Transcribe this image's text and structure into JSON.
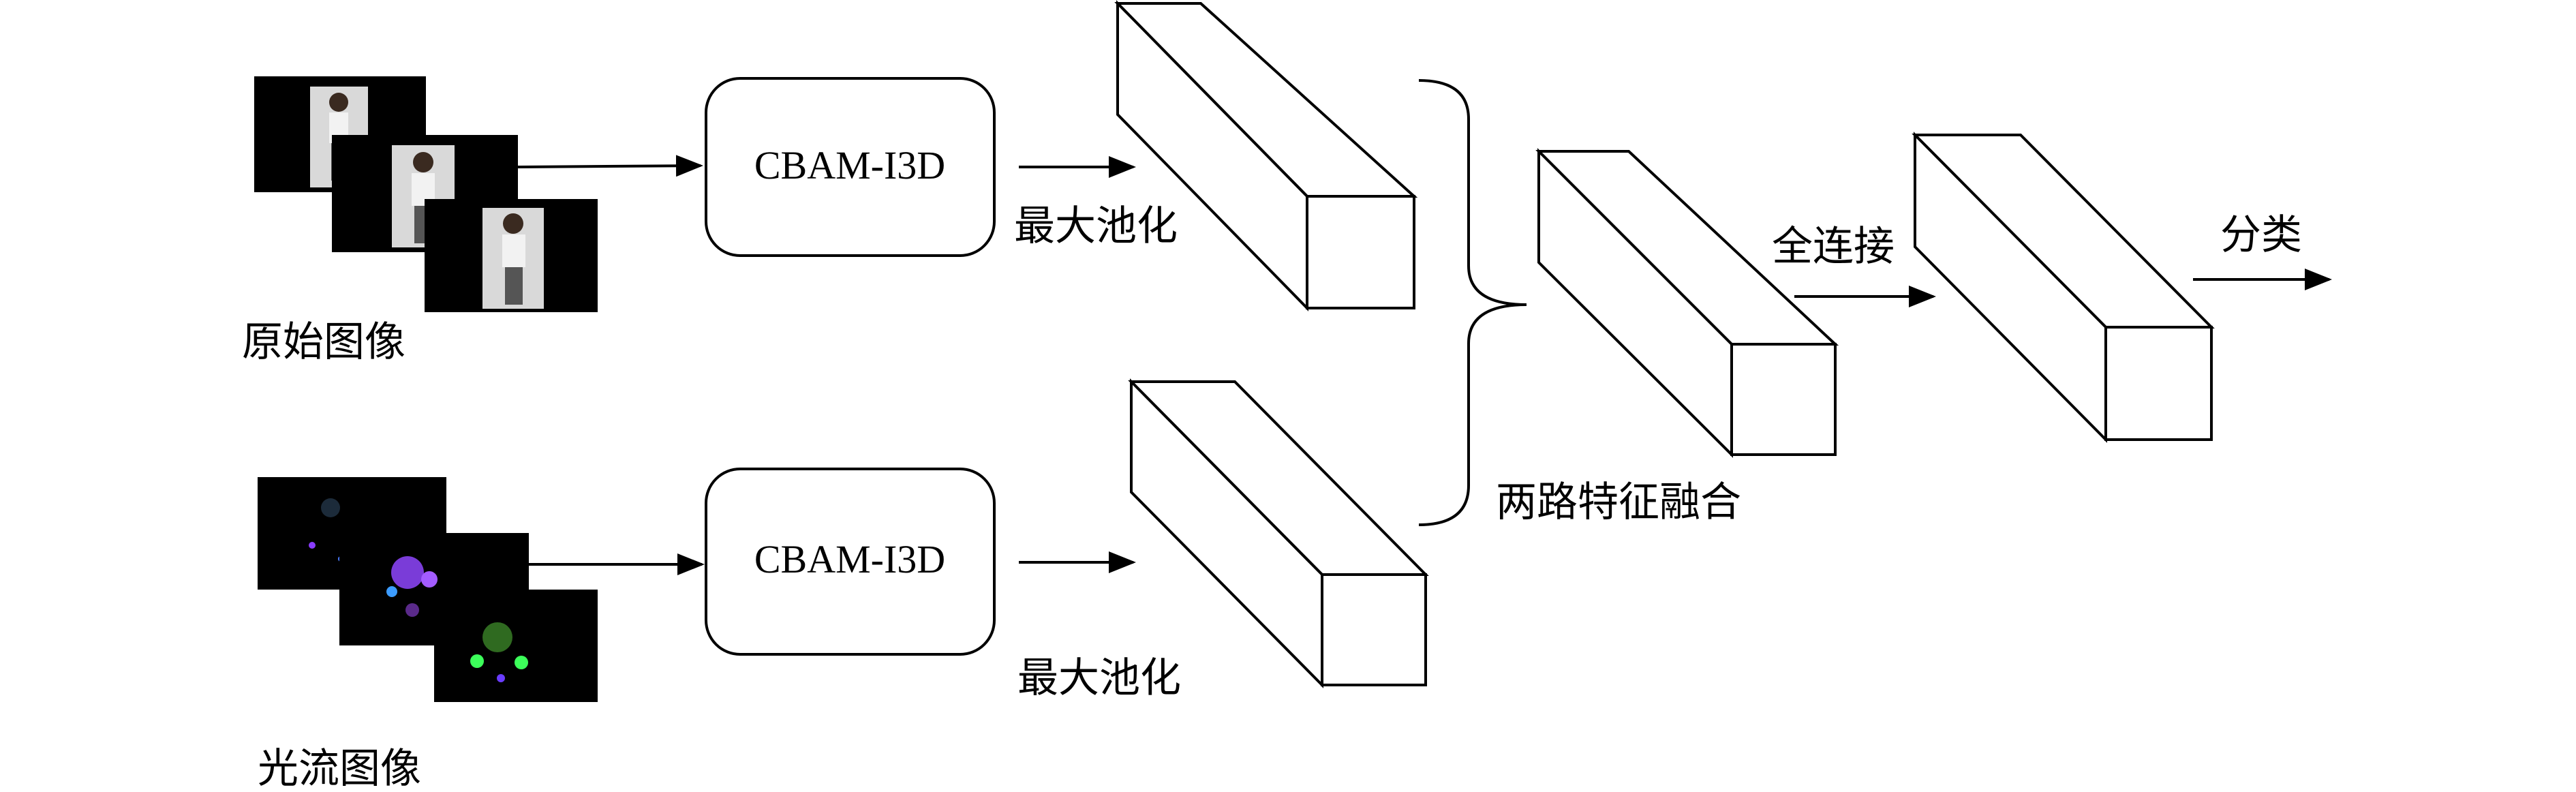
{
  "inputs": {
    "rgb_label": "原始图像",
    "flow_label": "光流图像"
  },
  "branches": {
    "top_module": "CBAM-I3D",
    "bottom_module": "CBAM-I3D",
    "top_pool_label": "最大池化",
    "bottom_pool_label": "最大池化"
  },
  "fusion": {
    "label": "两路特征融合"
  },
  "fc": {
    "label": "全连接"
  },
  "output": {
    "label": "分类"
  },
  "colors": {
    "line": "#000000",
    "frame_bg": "#000000",
    "flow_purple": "#8a3cff",
    "flow_green": "#3cff5a"
  }
}
